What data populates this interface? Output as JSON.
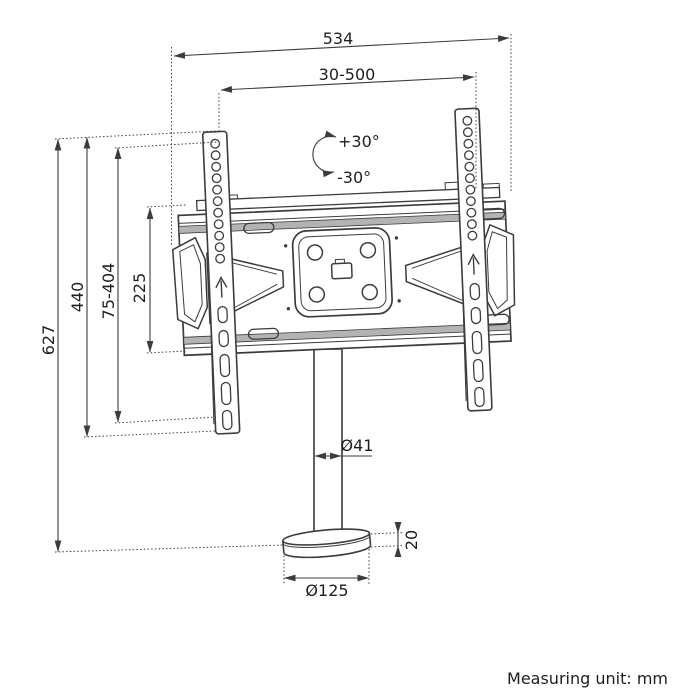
{
  "dimensions": {
    "total_width": "534",
    "width_range": "30-500",
    "total_height": "627",
    "bracket_height": "440",
    "vesa_height_range": "75-404",
    "plate_height": "225",
    "pole_diameter": "Ø41",
    "base_thickness": "20",
    "base_diameter": "Ø125"
  },
  "rotation": {
    "plus_label": "+30°",
    "minus_label": "-30°"
  },
  "footer": {
    "measuring_unit": "Measuring unit: mm"
  },
  "colors": {
    "background": "#ffffff",
    "line": "#3c3c3c",
    "text": "#1e1e1e",
    "shading": "#b3b3b3"
  }
}
